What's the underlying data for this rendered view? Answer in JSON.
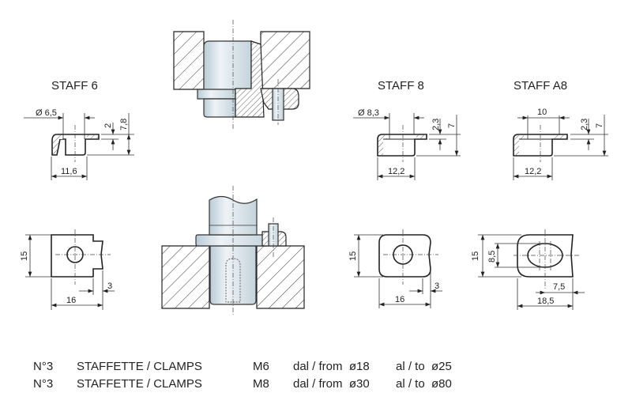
{
  "parts": [
    {
      "title": "STAFF 6",
      "side_dims": {
        "diameter": "Ø 6,5",
        "height_small": "2",
        "height_total": "7,8",
        "width": "11,6"
      },
      "top_dims": {
        "height": "15",
        "width": "16",
        "offset": "3"
      }
    },
    {
      "title": "STAFF 8",
      "side_dims": {
        "diameter": "Ø 8,3",
        "height_small": "2,3",
        "height_total": "7",
        "width": "12,2"
      },
      "top_dims": {
        "height": "15",
        "width": "16",
        "offset": "3"
      }
    },
    {
      "title": "STAFF A8",
      "side_dims": {
        "slot": "10",
        "height_small": "2,3",
        "height_total": "7",
        "width": "12,2"
      },
      "top_dims": {
        "height": "15",
        "slot_height": "8,5",
        "width": "18,5",
        "offset": "7,5"
      }
    }
  ],
  "table": [
    {
      "qty": "N°3",
      "name": "STAFFETTE / CLAMPS",
      "thread": "M6",
      "from": "dal / from  ø18",
      "to": "al / to  ø25"
    },
    {
      "qty": "N°3",
      "name": "STAFFETTE / CLAMPS",
      "thread": "M8",
      "from": "dal / from  ø30",
      "to": "al / to  ø80"
    }
  ]
}
